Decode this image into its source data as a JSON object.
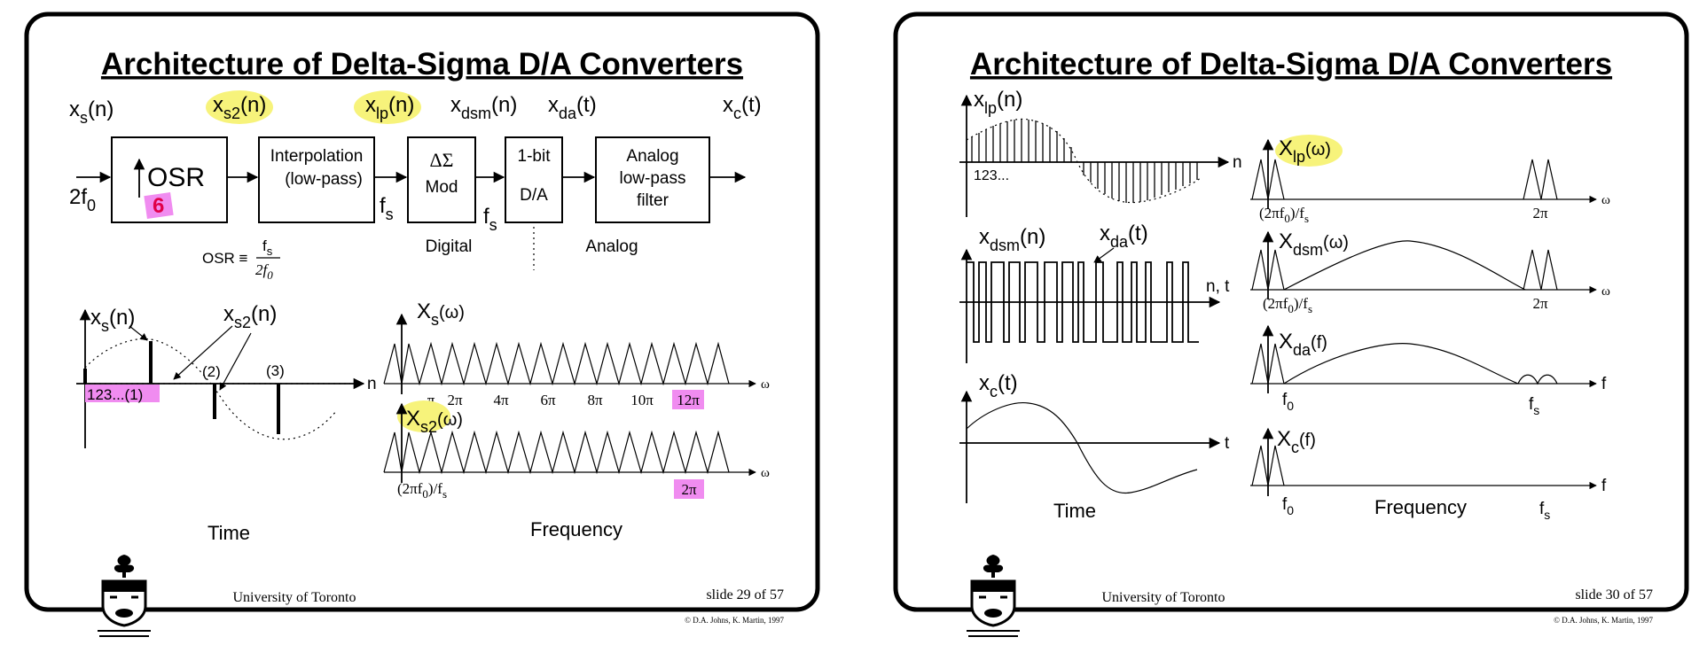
{
  "colors": {
    "highlight_yellow": "#f7f37b",
    "highlight_pink": "#f08cf0",
    "annotation_red": "#e0004a"
  },
  "slide29": {
    "title": "Architecture of Delta-Sigma D/A Converters",
    "sig_xs": "x",
    "sig_xs_sub": "s",
    "sig_n": "(n)",
    "sig_xs2_sub": "s2",
    "sig_xlp_sub": "lp",
    "sig_xdsm_sub": "dsm",
    "sig_xda_sub": "da",
    "sig_t": "(t)",
    "sig_xc_sub": "c",
    "input_2f0": "2f",
    "input_2f0_sub": "0",
    "osr_block": "OSR",
    "osr_annotation": "6",
    "interp_line1": "Interpolation",
    "interp_line2": "(low-pass)",
    "fs_label": "f",
    "fs_sub": "s",
    "mod_line1": "ΔΣ",
    "mod_line2": "Mod",
    "da_line1": "1-bit",
    "da_line2": "D/A",
    "filter_line1": "Analog",
    "filter_line2": "low-pass",
    "filter_line3": "filter",
    "osr_formula": "OSR ≡",
    "osr_num": "f",
    "osr_num_sub": "s",
    "osr_den": "2f",
    "osr_den_sub": "0",
    "digital_label": "Digital",
    "analog_label": "Analog",
    "time_axis_n": "n",
    "time_ticks": "123...(1)",
    "tick_2": "(2)",
    "tick_3": "(3)",
    "time_caption": "Time",
    "Xs_label": "X",
    "Xs_sub": "s",
    "omega_arg": "(ω)",
    "Xs2_sub": "s2",
    "omega": "ω",
    "freq_ticks": [
      "π",
      "2π",
      "4π",
      "6π",
      "8π",
      "10π",
      "12π"
    ],
    "xs2_left_tick": "(2πf",
    "xs2_left_tick_sub0": "0",
    "xs2_left_tick_end": ")/f",
    "xs2_left_tick_sub": "s",
    "xs2_right_tick": "2π",
    "freq_caption": "Frequency",
    "university": "University of Toronto",
    "slide_number": "slide 29 of 57",
    "copyright": "© D.A. Johns, K. Martin, 1997"
  },
  "slide30": {
    "title": "Architecture of Delta-Sigma D/A Converters",
    "x": "x",
    "X": "X",
    "lp": "lp",
    "dsm": "dsm",
    "da": "da",
    "c": "c",
    "n_arg": "(n)",
    "t_arg": "(t)",
    "w_arg": "(ω)",
    "f_arg": "(f)",
    "axis_n": "n",
    "axis_nt": "n, t",
    "axis_t": "t",
    "axis_f": "f",
    "omega": "ω",
    "ticks_123": "123...",
    "tick_2pif0": "(2πf",
    "tick_0": "0",
    "tick_fs_end": ")/f",
    "tick_s": "s",
    "tick_2pi": "2π",
    "tick_f": "f",
    "time_caption": "Time",
    "freq_caption": "Frequency",
    "university": "University of Toronto",
    "slide_number": "slide 30 of 57",
    "copyright": "© D.A. Johns, K. Martin, 1997"
  }
}
